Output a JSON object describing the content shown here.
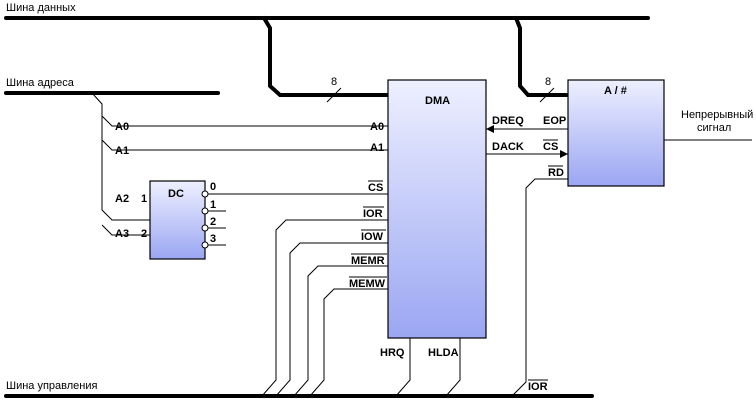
{
  "buses": {
    "data_bus": "Шина данных",
    "address_bus": "Шина адреса",
    "control_bus": "Шина управления"
  },
  "bus_width_labels": [
    "8",
    "8"
  ],
  "dma": {
    "title": "DMA",
    "pins_left": [
      "A0",
      "A1",
      "CS",
      "IOR",
      "IOW",
      "MEMR",
      "MEMW"
    ],
    "pins_right": [
      "DREQ",
      "DACK"
    ],
    "pins_bottom": [
      "HRQ",
      "HLDA"
    ]
  },
  "adc": {
    "title": "A / #",
    "pins": [
      "EOP",
      "CS",
      "RD"
    ]
  },
  "decoder": {
    "title": "DC",
    "inputs": [
      "1",
      "2"
    ],
    "outputs": [
      "0",
      "1",
      "2",
      "3"
    ]
  },
  "address_lines": [
    "A0",
    "A1",
    "A2",
    "A3"
  ],
  "control_line_ior": "IOR",
  "analog_input": [
    "Непрерывный",
    "сигнал"
  ],
  "colors": {
    "block_fill_top": "#eef0ff",
    "block_fill_bottom": "#9aa6f2"
  }
}
